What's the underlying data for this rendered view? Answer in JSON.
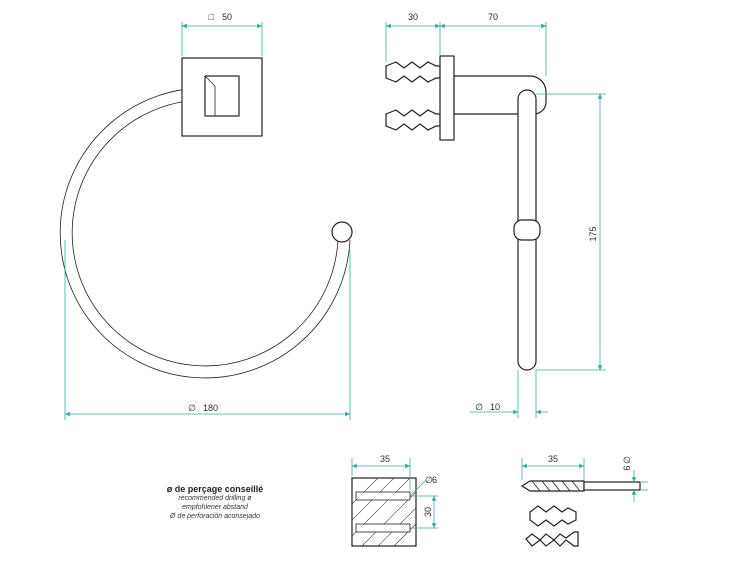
{
  "legend": {
    "title": "ø de perçage conseillé",
    "en": "recommended drilling ø",
    "de": "empfohlener abstand",
    "es": "Ø de perforación aconsejado"
  },
  "dimensions": {
    "plate_width": "50",
    "plate_symbol": "□",
    "depth_wall": "30",
    "depth_ring": "70",
    "height": "175",
    "ring_diameter": "180",
    "ring_diameter_symbol": "∅",
    "tube_diameter": "10",
    "tube_diameter_symbol": "∅",
    "drill_block_width": "35",
    "drill_block_height": "30",
    "drill_hole": "6",
    "drill_hole_symbol": "∅",
    "drill_bit_length": "35",
    "drill_bit_diameter": "6",
    "drill_bit_symbol": "∅"
  },
  "colors": {
    "dimension_line": "#3aa8a0",
    "outline": "#222222"
  }
}
